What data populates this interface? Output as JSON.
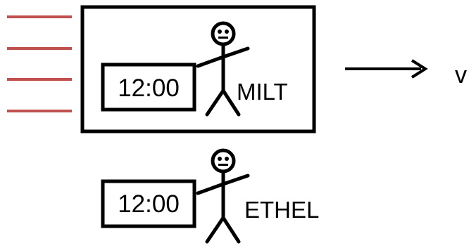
{
  "top_panel": {
    "clock_text": "12:00",
    "person_name": "MILT"
  },
  "bottom_group": {
    "clock_text": "12:00",
    "person_name": "ETHEL"
  },
  "result_text": "v",
  "colors": {
    "signal_lines": "#c0504d",
    "ink": "#000000",
    "background": "#ffffff"
  },
  "icons": {
    "person": "stick-figure-icon",
    "arrow": "right-arrow-icon"
  }
}
